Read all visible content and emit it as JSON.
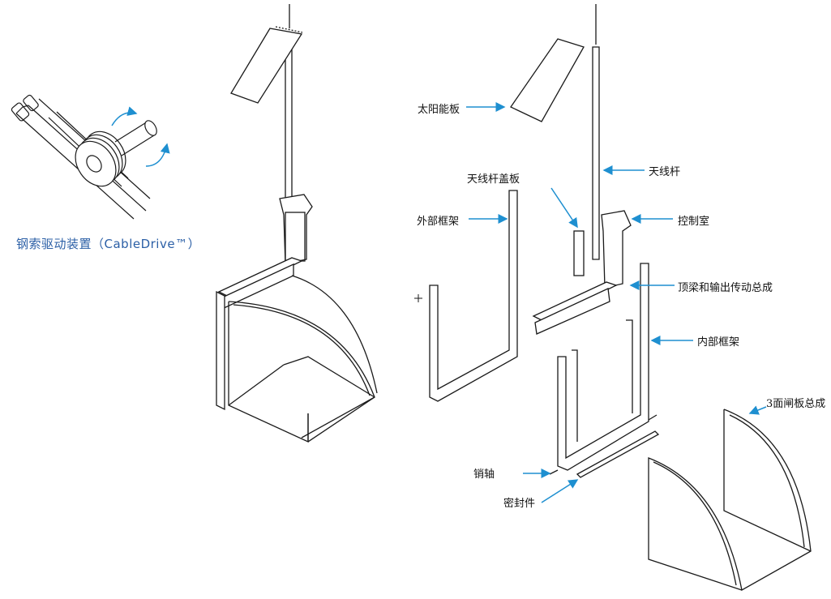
{
  "caption": "钢索驱动装置（CableDrive™）",
  "labels": {
    "solar_panel": "太阳能板",
    "antenna_mast": "天线杆",
    "antenna_cover": "天线杆盖板",
    "outer_frame": "外部框架",
    "control_box": "控制室",
    "top_beam": "顶梁和输出传动总成",
    "inner_frame": "内部框架",
    "gate_assembly": "3面闸板总成",
    "pin": "销轴",
    "seal": "密封件"
  },
  "colors": {
    "arrow": "#1e8fd0",
    "line": "#1a1a1a",
    "caption": "#2b5fa6"
  }
}
